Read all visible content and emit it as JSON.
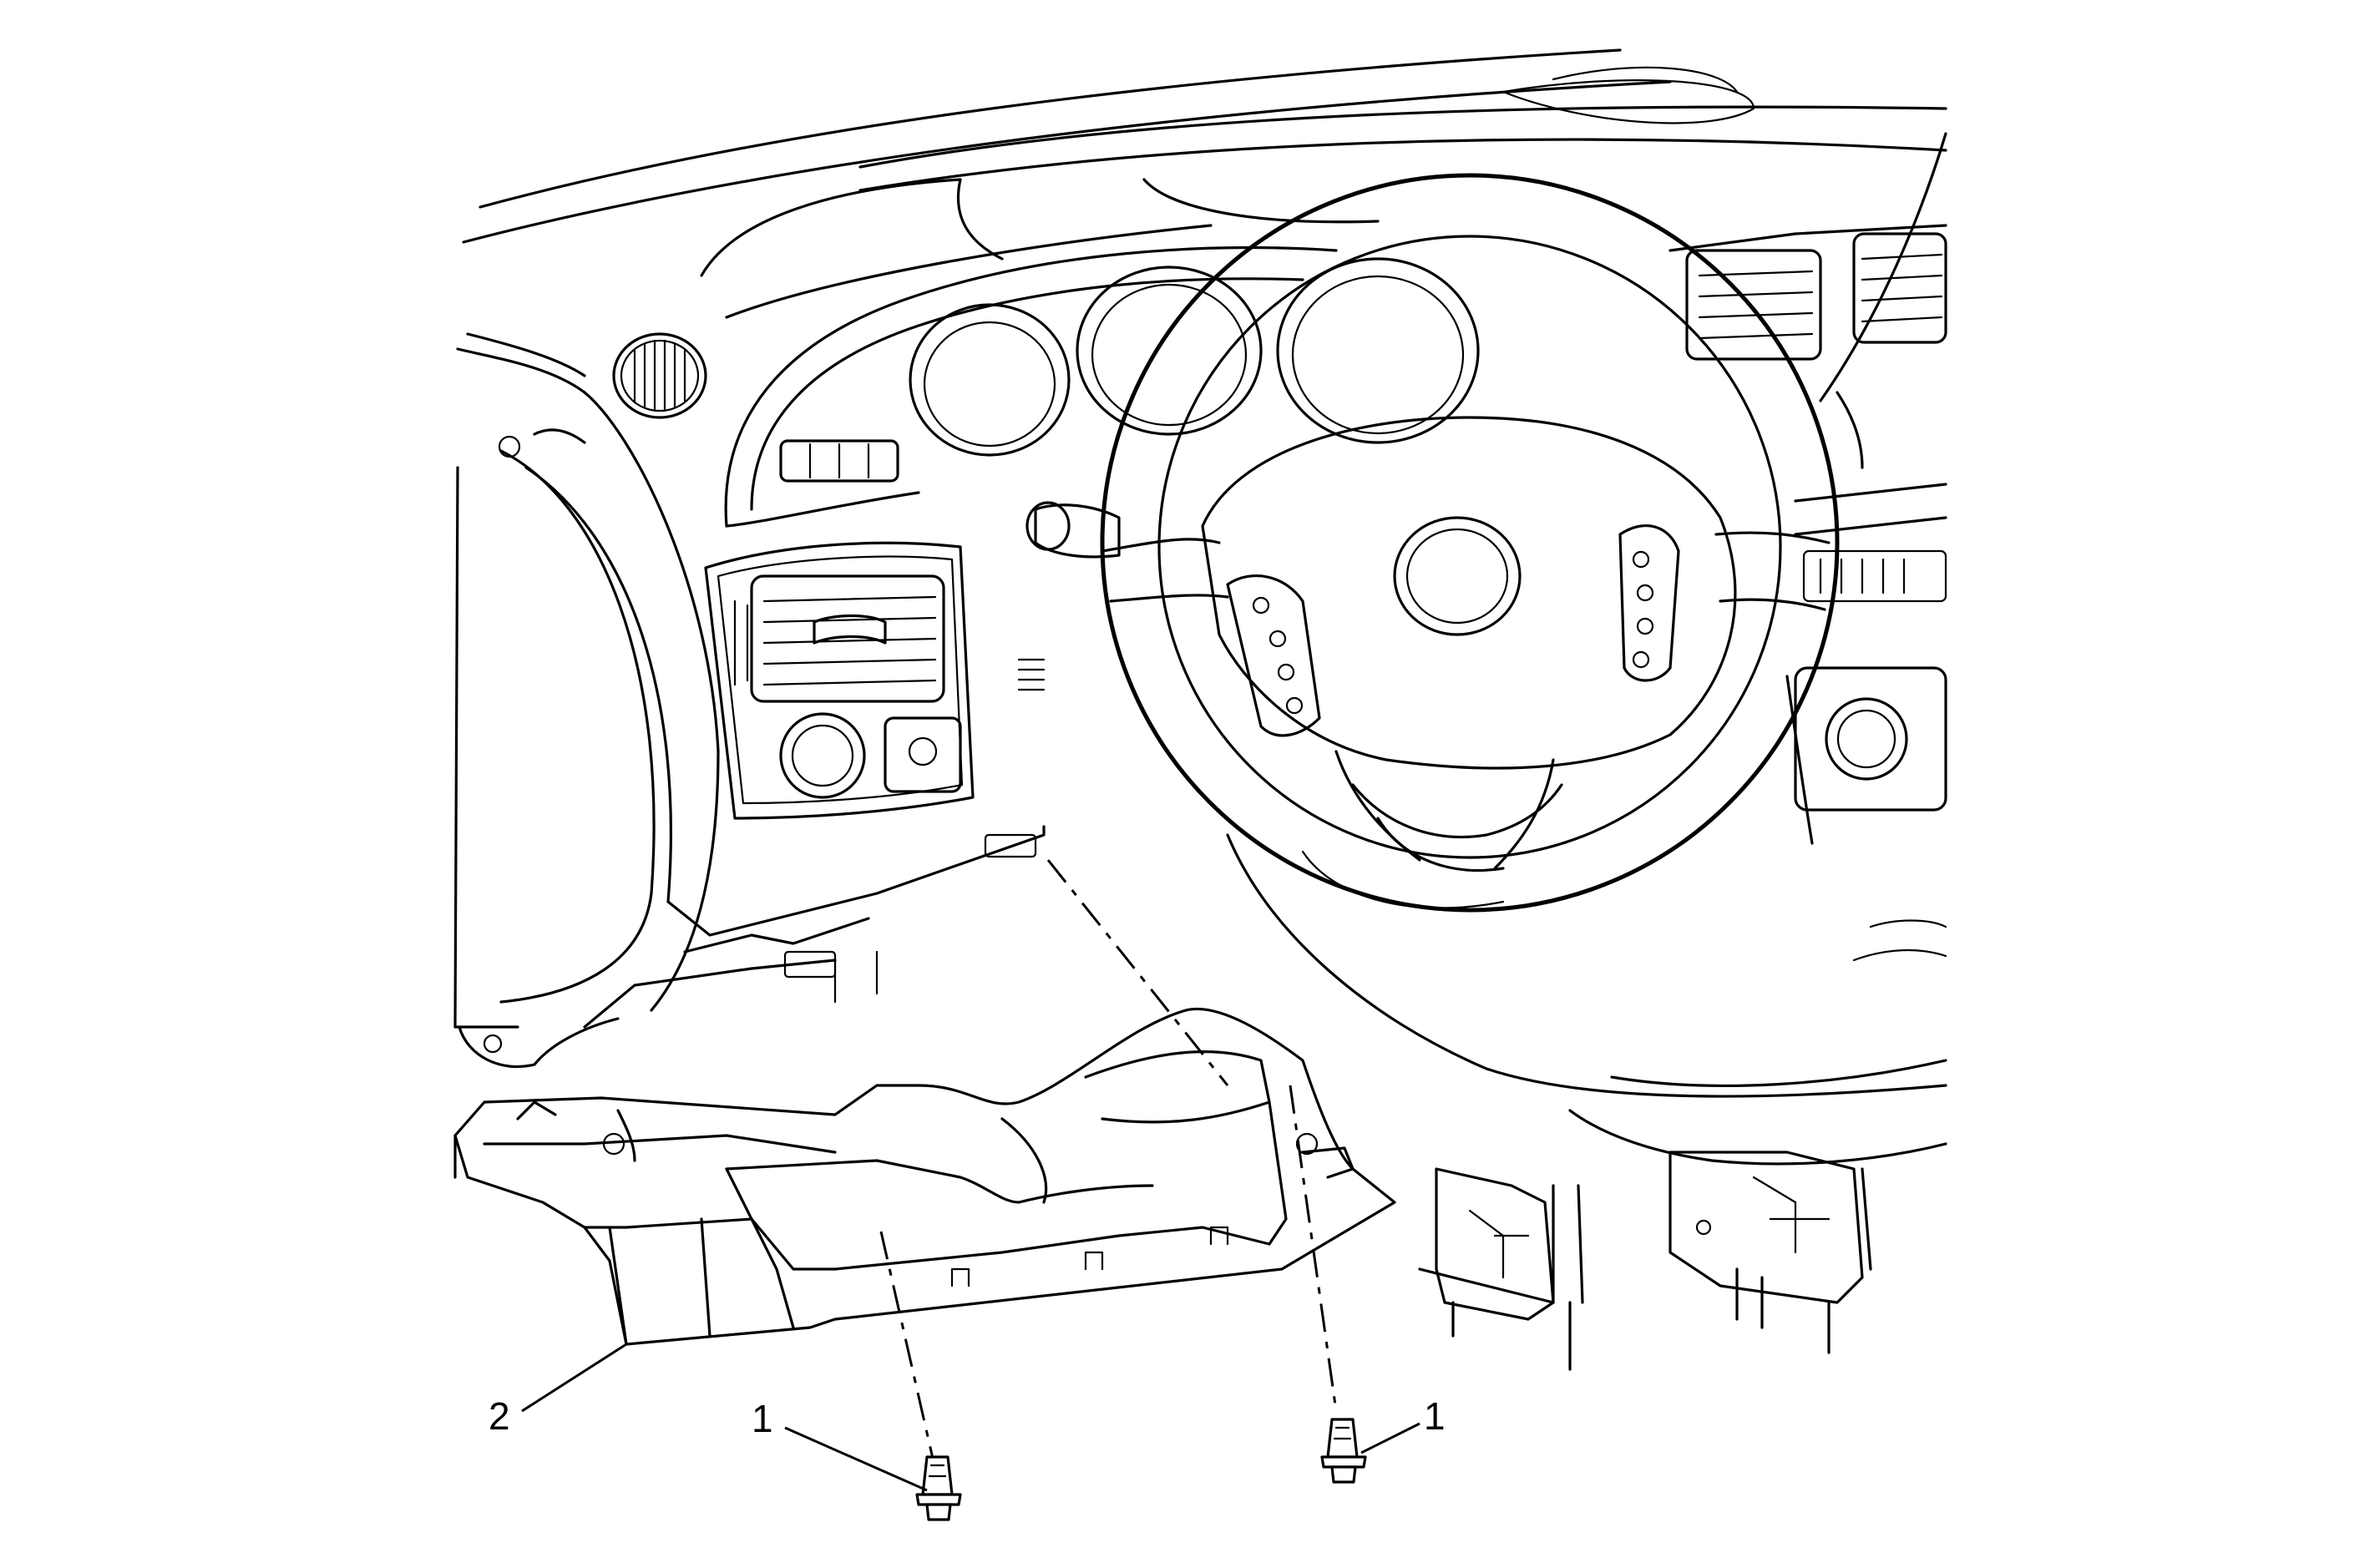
{
  "diagram": {
    "callouts": [
      {
        "id": "fastener-left",
        "label": "1"
      },
      {
        "id": "fastener-right",
        "label": "1"
      },
      {
        "id": "panel",
        "label": "2"
      }
    ]
  },
  "colors": {
    "line": "#000000",
    "background": "#ffffff"
  }
}
